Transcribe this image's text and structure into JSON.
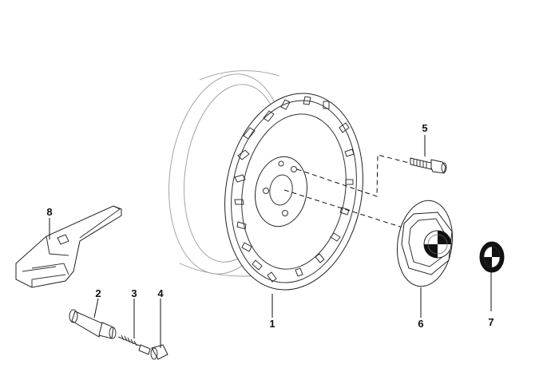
{
  "parts": [
    {
      "id": "1",
      "icon": "wheel-rim"
    },
    {
      "id": "2",
      "icon": "tire-valve"
    },
    {
      "id": "3",
      "icon": "valve-core"
    },
    {
      "id": "4",
      "icon": "valve-cap"
    },
    {
      "id": "5",
      "icon": "wheel-bolt"
    },
    {
      "id": "6",
      "icon": "hub-cap"
    },
    {
      "id": "7",
      "icon": "emblem"
    },
    {
      "id": "8",
      "icon": "bolt-lock-tool"
    }
  ]
}
